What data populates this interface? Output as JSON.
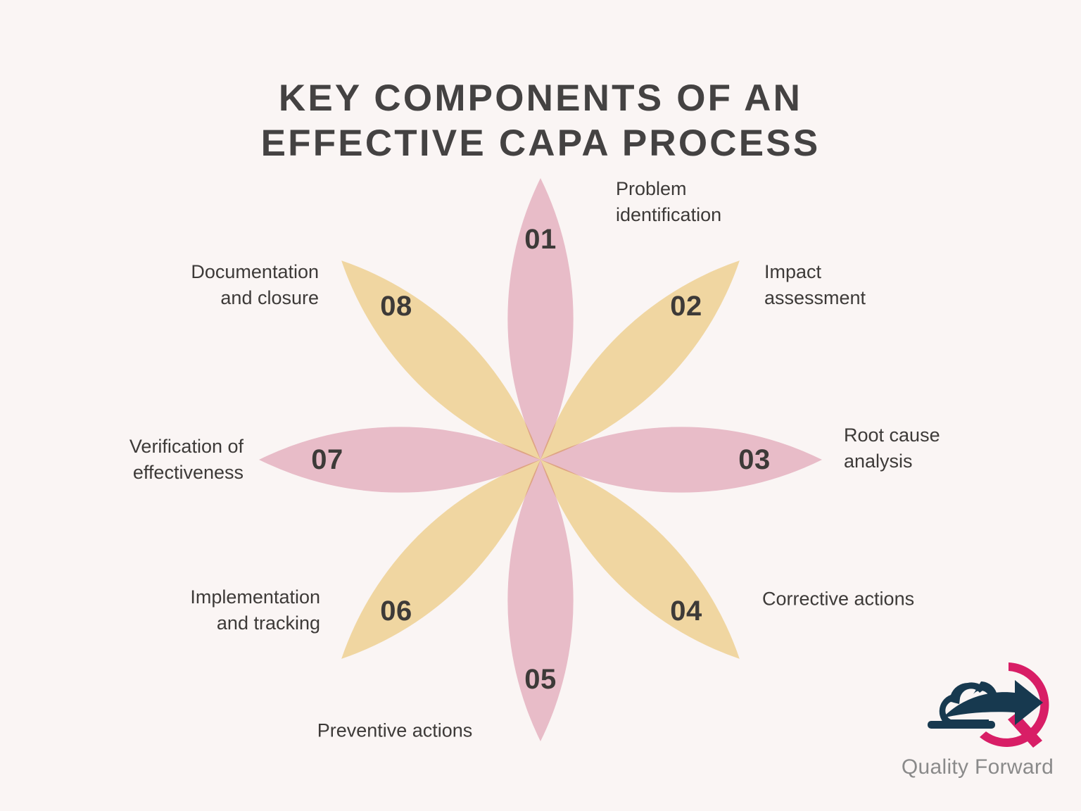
{
  "title": {
    "line1": "KEY COMPONENTS OF AN",
    "line2": "EFFECTIVE CAPA PROCESS"
  },
  "colors": {
    "background": "#FAF5F4",
    "petal_pink": "#EDC4D1",
    "petal_yellow": "#F5DFA8",
    "title_text": "#444242",
    "body_text": "#3D3A38",
    "logo_navy": "#17394F",
    "logo_magenta": "#D81E66",
    "logo_text": "#8A8A8A"
  },
  "petals": [
    {
      "number": "01",
      "label": "Problem\nidentification",
      "angle": 0,
      "color": "pink"
    },
    {
      "number": "02",
      "label": "Impact\nassessment",
      "angle": 45,
      "color": "yellow"
    },
    {
      "number": "03",
      "label": "Root cause\nanalysis",
      "angle": 90,
      "color": "pink"
    },
    {
      "number": "04",
      "label": "Corrective actions",
      "angle": 135,
      "color": "yellow"
    },
    {
      "number": "05",
      "label": "Preventive actions",
      "angle": 180,
      "color": "pink"
    },
    {
      "number": "06",
      "label": "Implementation\nand tracking",
      "angle": 225,
      "color": "yellow"
    },
    {
      "number": "07",
      "label": "Verification of\neffectiveness",
      "angle": 270,
      "color": "pink"
    },
    {
      "number": "08",
      "label": "Documentation\nand closure",
      "angle": 315,
      "color": "yellow"
    }
  ],
  "logo": {
    "name": "Quality Forward",
    "mark": "cloud-with-arrow-and-q-logo"
  }
}
